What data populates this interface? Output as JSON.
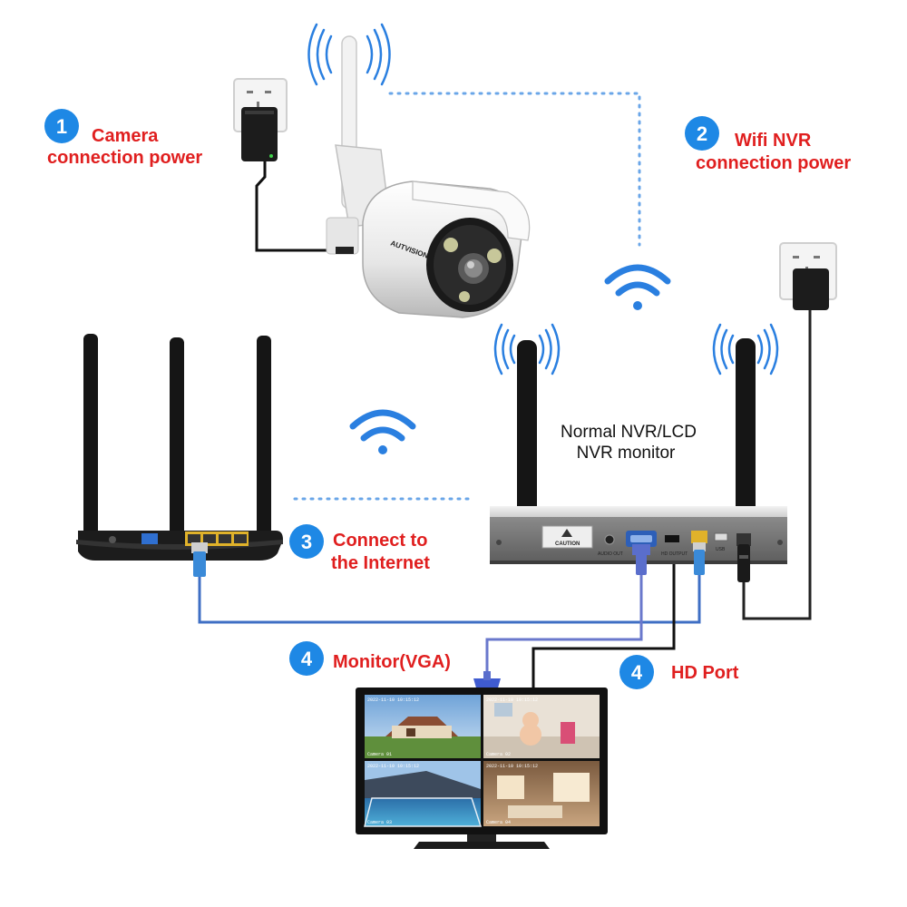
{
  "colors": {
    "accent_red": "#e01f1f",
    "badge_blue": "#1e88e5",
    "wifi_blue": "#2a7fe0",
    "cable_blue": "#3f6fc4",
    "cable_black": "#111111"
  },
  "steps": [
    {
      "number": "1",
      "line1": "Camera",
      "line2": "connection power"
    },
    {
      "number": "2",
      "line1": "Wifi NVR",
      "line2": "connection power"
    },
    {
      "number": "3",
      "line1": "Connect to",
      "line2": "the Internet"
    },
    {
      "number": "4",
      "line1": "Monitor(VGA)"
    },
    {
      "number": "4",
      "line1": "HD Port"
    }
  ],
  "nvr": {
    "label_line1": "Normal NVR/LCD",
    "label_line2": "NVR monitor",
    "caution": "CAUTION",
    "port_audio": "AUDIO OUT",
    "port_hd": "HD OUTPUT",
    "port_usb": "USB"
  },
  "camera": {
    "brand": "AUTVISION"
  },
  "monitor": {
    "tiles": [
      {
        "timestamp": "2022-11-10 10:15:12",
        "channel": "Camera 01"
      },
      {
        "timestamp": "2022-11-10 10:15:12",
        "channel": "Camera 02"
      },
      {
        "timestamp": "2022-11-10 10:15:12",
        "channel": "Camera 03"
      },
      {
        "timestamp": "2022-11-10 10:15:12",
        "channel": "Camera 04"
      }
    ]
  },
  "icons": [
    "wifi-icon",
    "power-outlet-icon",
    "power-adapter-icon",
    "router-icon",
    "camera-icon",
    "nvr-icon",
    "monitor-icon"
  ]
}
